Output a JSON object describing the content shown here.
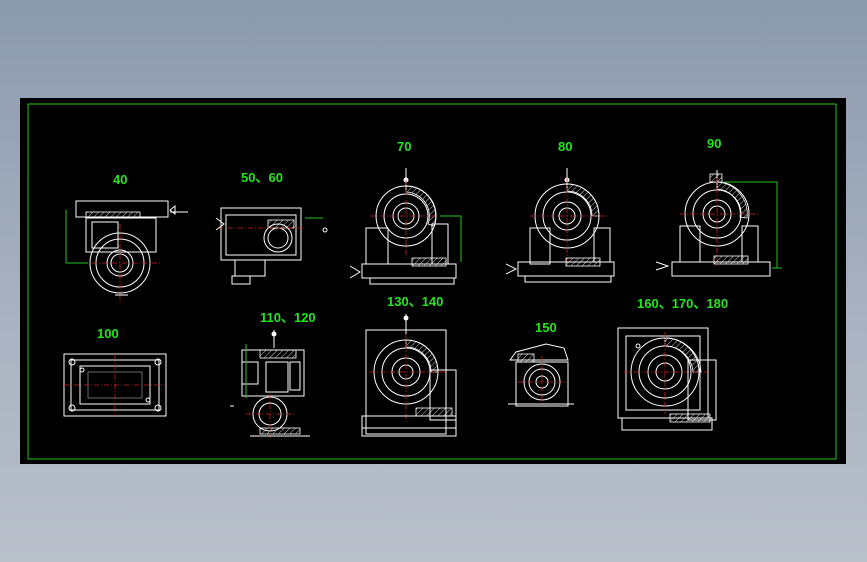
{
  "drawing": {
    "colors": {
      "frame": "#22c81a",
      "labels": "#22e61a",
      "lines": "#ffffff",
      "hatch": "#e8d22a",
      "centerlines": "#d02020"
    },
    "views": [
      {
        "id": "v40",
        "label": "40"
      },
      {
        "id": "v50",
        "label": "50、60"
      },
      {
        "id": "v70",
        "label": "70"
      },
      {
        "id": "v80",
        "label": "80"
      },
      {
        "id": "v90",
        "label": "90"
      },
      {
        "id": "v100",
        "label": "100"
      },
      {
        "id": "v110",
        "label": "110、120"
      },
      {
        "id": "v130",
        "label": "130、140"
      },
      {
        "id": "v150",
        "label": "150"
      },
      {
        "id": "v160",
        "label": "160、170、180"
      }
    ]
  }
}
